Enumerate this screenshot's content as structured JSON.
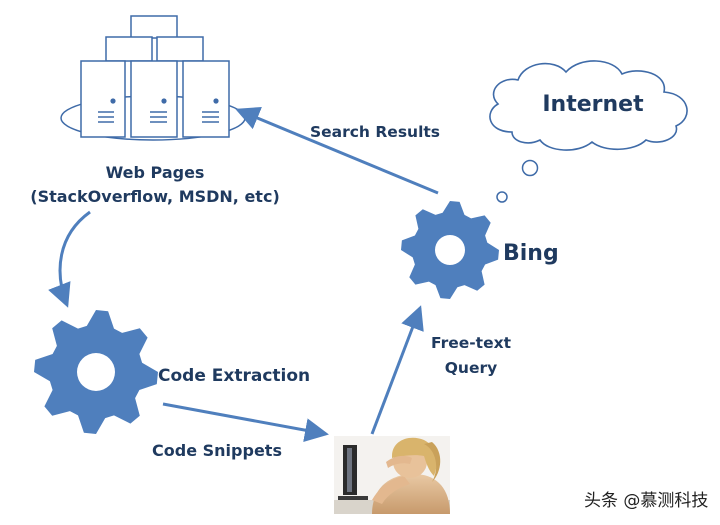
{
  "nodes": {
    "web_pages": {
      "title": "Web Pages",
      "subtitle": "(StackOverflow, MSDN, etc)"
    },
    "internet": {
      "label": "Internet"
    },
    "bing": {
      "label": "Bing"
    },
    "code_extraction": {
      "label": "Code Extraction"
    }
  },
  "edges": {
    "search_results": "Search Results",
    "free_text_query_line1": "Free-text",
    "free_text_query_line2": "Query",
    "code_snippets": "Code Snippets"
  },
  "watermark": "头条 @慕测科技",
  "colors": {
    "accent": "#4f7fbd",
    "outline": "#3f6ba8",
    "label": "#1f3a5f"
  },
  "icons": {
    "server": "server-rack-icon",
    "gear": "gear-icon",
    "cloud": "cloud-icon",
    "person": "frustrated-user-photo"
  }
}
